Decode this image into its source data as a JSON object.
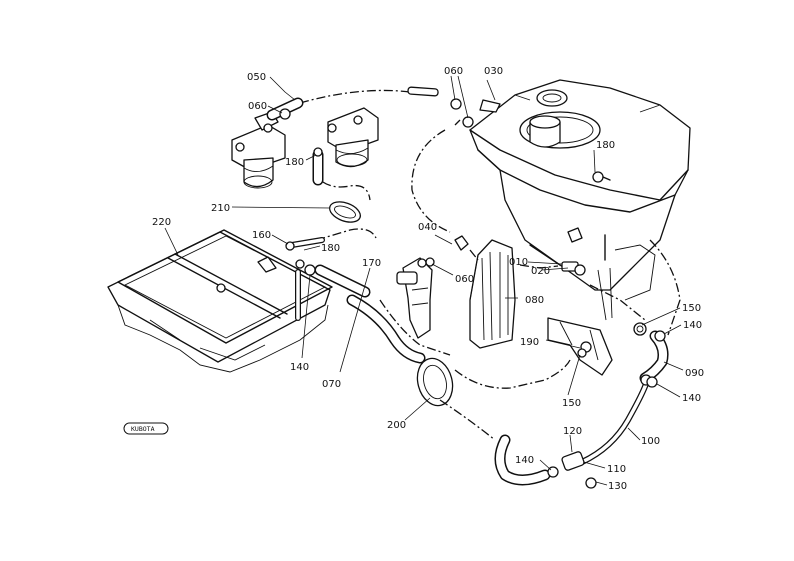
{
  "callouts": {
    "p010": "010",
    "p020": "020",
    "p030": "030",
    "p040": "040",
    "p050": "050",
    "p060a": "060",
    "p060b": "060",
    "p060c": "060",
    "p070": "070",
    "p080": "080",
    "p090": "090",
    "p100": "100",
    "p110": "110",
    "p120": "120",
    "p130": "130",
    "p140a": "140",
    "p140b": "140",
    "p140c": "140",
    "p140d": "140",
    "p150a": "150",
    "p150b": "150",
    "p160": "160",
    "p170": "170",
    "p180a": "180",
    "p180b": "180",
    "p180c": "180",
    "p190": "190",
    "p200": "200",
    "p210": "210",
    "p220": "220"
  },
  "stamp": "KUBOTA"
}
